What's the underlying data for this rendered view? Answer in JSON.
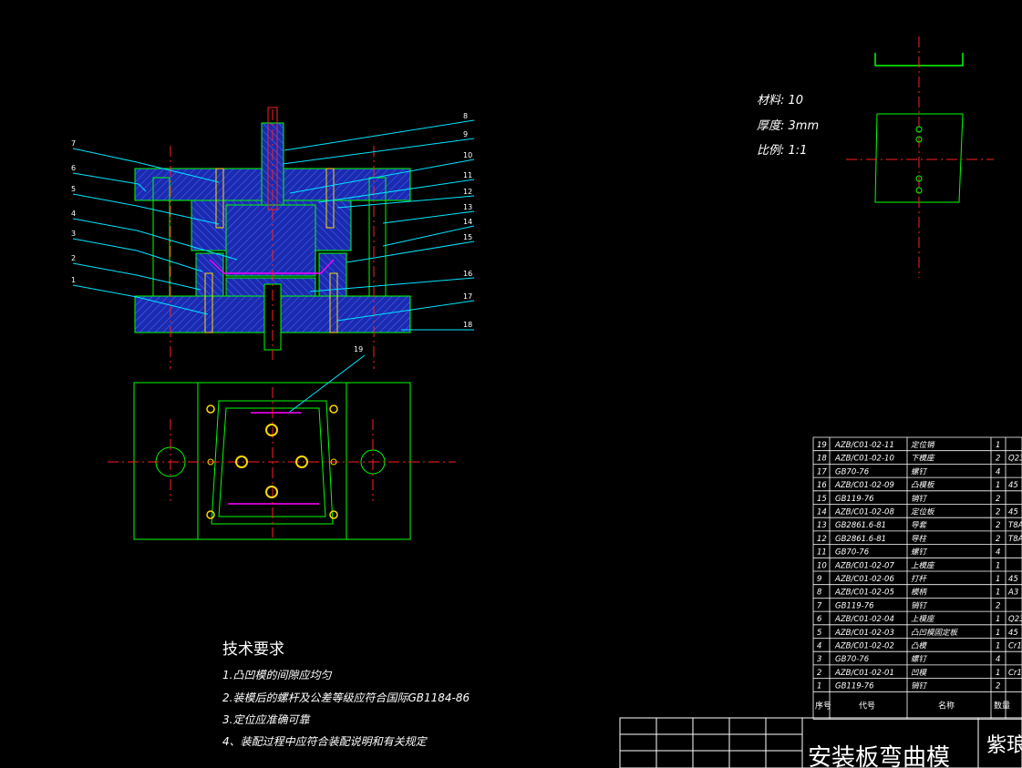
{
  "colors": {
    "background": "#000000",
    "outline": "#00ff00",
    "hatch": "#2030c8",
    "hatch_line": "#5060ff",
    "centerline": "#ff2020",
    "leader": "#00e5ff",
    "pin": "#ffd700",
    "text": "#ffffff",
    "magenta": "#ff00ff"
  },
  "leaders_left": [
    "7",
    "6",
    "5",
    "4",
    "3",
    "2",
    "1"
  ],
  "leaders_right": [
    "8",
    "9",
    "10",
    "11",
    "12",
    "13",
    "14",
    "15",
    "16",
    "17",
    "18"
  ],
  "plan_leader": "19",
  "spec": {
    "material": "材料: 10",
    "thickness": "厚度: 3mm",
    "scale": "比例: 1:1"
  },
  "tech_requirements": {
    "title": "技术要求",
    "items": [
      "1.凸凹模的间隙应均匀",
      "2.装模后的螺杆及公差等级应符合国际GB1184-86",
      "3.定位应准确可靠",
      "4、装配过程中应符合装配说明和有关规定"
    ]
  },
  "bom": {
    "rows": [
      {
        "no": "19",
        "code": "AZB/C01-02-11",
        "name": "定位销",
        "qty": "1",
        "mat": ""
      },
      {
        "no": "18",
        "code": "AZB/C01-02-10",
        "name": "下模座",
        "qty": "2",
        "mat": "Q23"
      },
      {
        "no": "17",
        "code": "GB70-76",
        "name": "螺钉",
        "qty": "4",
        "mat": ""
      },
      {
        "no": "16",
        "code": "AZB/C01-02-09",
        "name": "凸模板",
        "qty": "1",
        "mat": "45"
      },
      {
        "no": "15",
        "code": "GB119-76",
        "name": "销钉",
        "qty": "2",
        "mat": ""
      },
      {
        "no": "14",
        "code": "AZB/C01-02-08",
        "name": "定位板",
        "qty": "2",
        "mat": "45"
      },
      {
        "no": "13",
        "code": "GB2861.6-81",
        "name": "导套",
        "qty": "2",
        "mat": "T8A"
      },
      {
        "no": "12",
        "code": "GB2861.6-81",
        "name": "导柱",
        "qty": "2",
        "mat": "T8A"
      },
      {
        "no": "11",
        "code": "GB70-76",
        "name": "螺钉",
        "qty": "4",
        "mat": ""
      },
      {
        "no": "10",
        "code": "AZB/C01-02-07",
        "name": "上模座",
        "qty": "1",
        "mat": ""
      },
      {
        "no": "9",
        "code": "AZB/C01-02-06",
        "name": "打杆",
        "qty": "1",
        "mat": "45"
      },
      {
        "no": "8",
        "code": "AZB/C01-02-05",
        "name": "模柄",
        "qty": "1",
        "mat": "A3"
      },
      {
        "no": "7",
        "code": "GB119-76",
        "name": "销钉",
        "qty": "2",
        "mat": ""
      },
      {
        "no": "6",
        "code": "AZB/C01-02-04",
        "name": "上模座",
        "qty": "1",
        "mat": "Q23"
      },
      {
        "no": "5",
        "code": "AZB/C01-02-03",
        "name": "凸凹模固定板",
        "qty": "1",
        "mat": "45"
      },
      {
        "no": "4",
        "code": "AZB/C01-02-02",
        "name": "凸模",
        "qty": "1",
        "mat": "Cr1"
      },
      {
        "no": "3",
        "code": "GB70-76",
        "name": "螺钉",
        "qty": "4",
        "mat": ""
      },
      {
        "no": "2",
        "code": "AZB/C01-02-01",
        "name": "凹模",
        "qty": "1",
        "mat": "Cr1"
      },
      {
        "no": "1",
        "code": "GB119-76",
        "name": "销钉",
        "qty": "2",
        "mat": ""
      }
    ],
    "header": {
      "no": "序号",
      "code": "代号",
      "name": "名称",
      "qty": "数量"
    }
  },
  "title_block": {
    "title": "安装板弯曲模",
    "company": "紫琅"
  }
}
